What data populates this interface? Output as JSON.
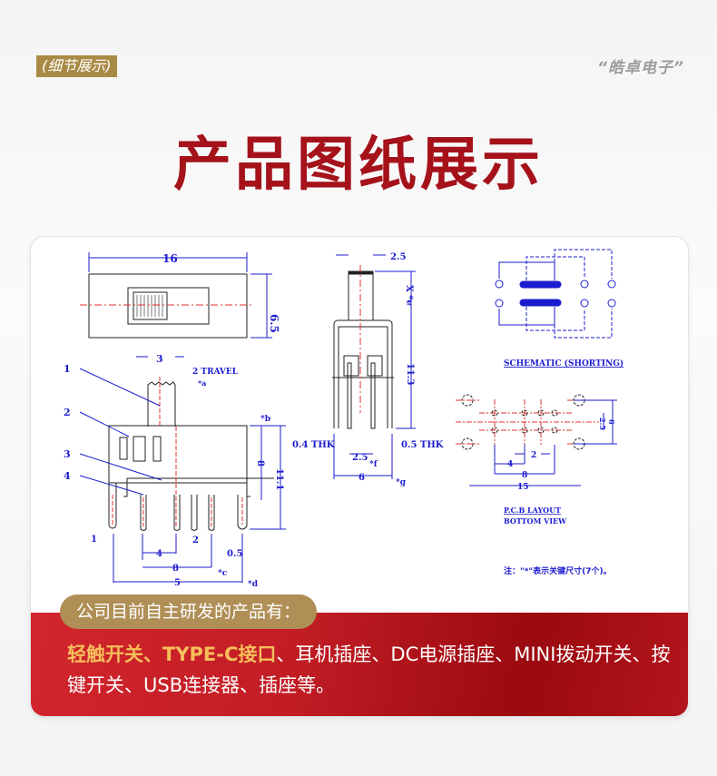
{
  "header": {
    "tag": "(细节展示)",
    "brand": "“皓卓电子”",
    "title": "产品图纸展示"
  },
  "drawing": {
    "front": {
      "width": "16",
      "height": "6.5"
    },
    "side": {
      "stem": "3",
      "travel": "2 TRAVEL",
      "travel_mark": "*a",
      "callouts": [
        "1",
        "2",
        "3",
        "4"
      ],
      "b_mark": "*b",
      "dim_8": "8",
      "dim_11_1": "11.1",
      "dim_1": "1",
      "dim_4": "4",
      "dim_2": "2",
      "dim_0_5": "0.5",
      "dim_8b": "8",
      "c_mark": "*c",
      "dim_5": "5",
      "d_mark": "*d"
    },
    "end": {
      "stem": "2.5",
      "x_mark": "X *e",
      "height": "11.3",
      "thk_left": "0.4 THK",
      "thk_right": "0.5 THK",
      "pitch": "2.5",
      "f_mark": "*f",
      "width": "6",
      "g_mark": "*g"
    },
    "schematic_label": "SCHEMATIC (SHORTING)",
    "pcb": {
      "dim_2_5": "2.5",
      "dim_6": "6",
      "dim_2": "2",
      "dim_4": "4",
      "dim_8": "8",
      "dim_15": "15",
      "label_1": "P.C.B LAYOUT",
      "label_2": "BOTTOM VIEW"
    },
    "note": "注：\"*\"表示关键尺寸(7个)。"
  },
  "products": {
    "heading": "公司目前自主研发的产品有：",
    "highlight": "轻触开关、TYPE-C接口",
    "rest": "、耳机插座、DC电源插座、MINI拨动开关、按键开关、USB连接器、插座等。"
  },
  "colors": {
    "title": "#a5121a",
    "gold": "#b08f56",
    "red": "#c21d25",
    "drawing": "#1c1ccf"
  }
}
